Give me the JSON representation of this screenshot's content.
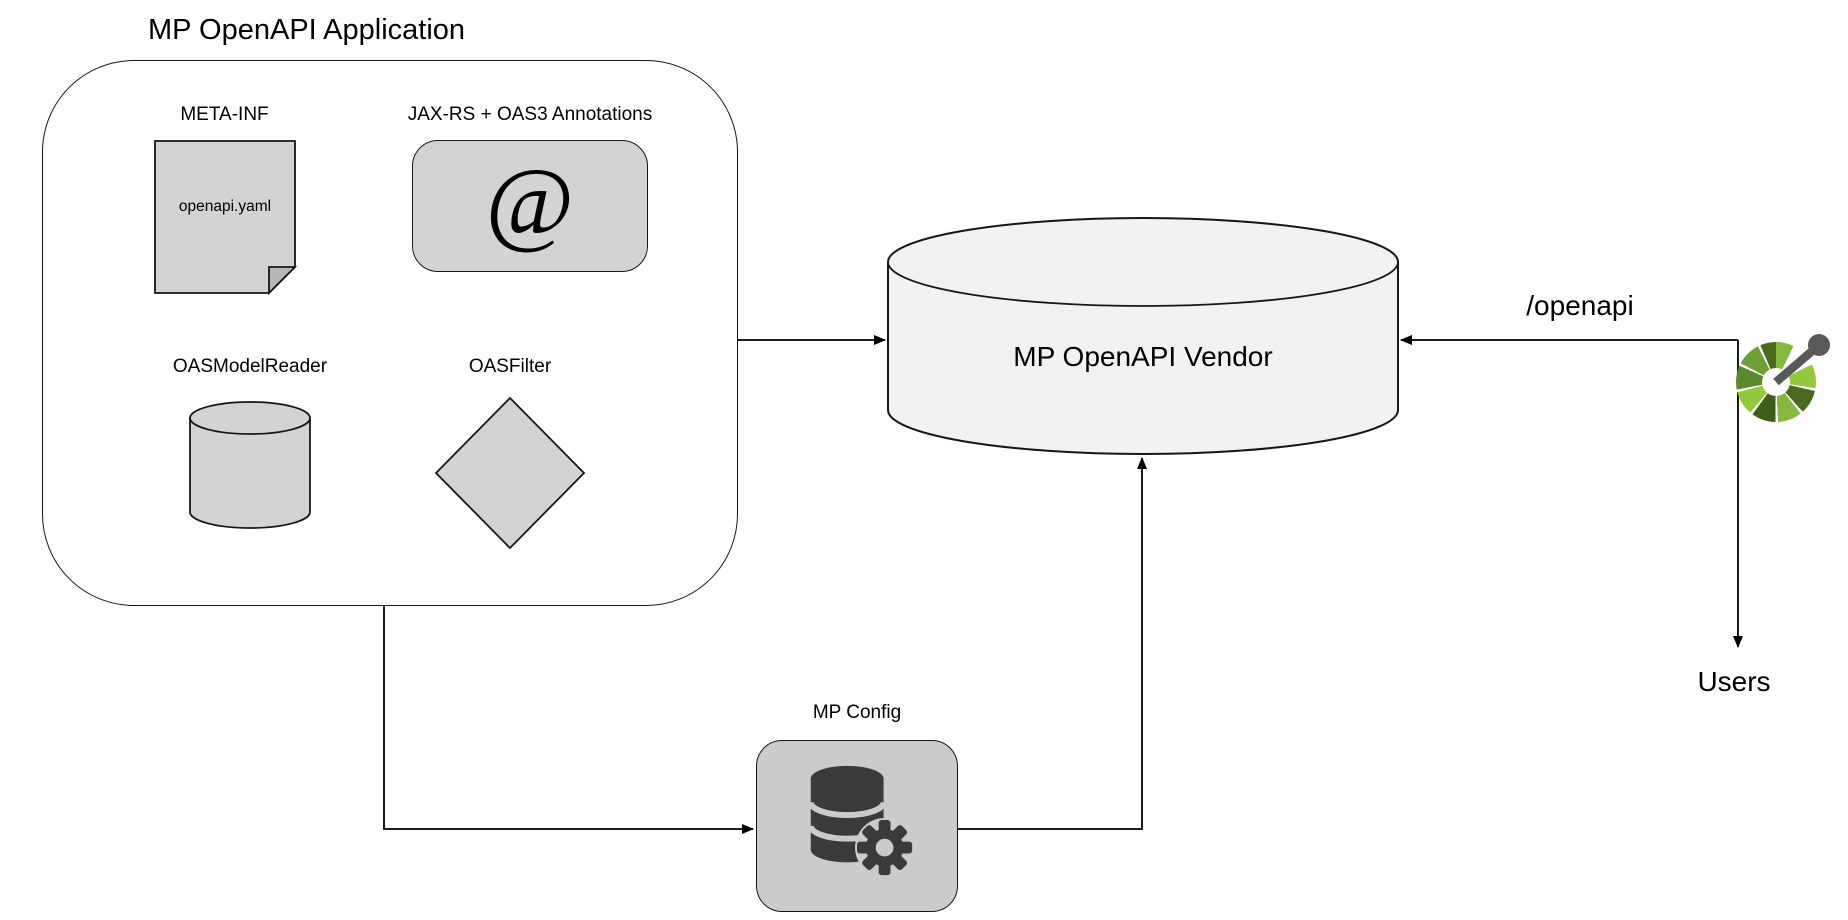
{
  "title": "MP OpenAPI Application",
  "app_box": {
    "meta_inf_label": "META-INF",
    "openapi_yaml": "openapi.yaml",
    "annotations_label": "JAX-RS + OAS3 Annotations",
    "at_symbol": "@",
    "model_reader_label": "OASModelReader",
    "filter_label": "OASFilter"
  },
  "vendor_label": "MP OpenAPI Vendor",
  "mp_config_label": "MP Config",
  "openapi_path_label": "/openapi",
  "users_label": "Users",
  "colors": {
    "stroke": "#161616",
    "shape_fill": "#d3d3d3",
    "shape_fold": "#b7b7b7",
    "vendor_fill": "#f2f2f2",
    "config_fill": "#cbcbcb",
    "icon_dark": "#3a3a3a",
    "logo_gray": "#58595b",
    "logo_green_bright": "#94c83d",
    "logo_green_mid": "#6f9f37",
    "logo_green_dark": "#49691f",
    "logo_green_olive": "#85b83e",
    "logo_green_deep": "#3f5e1c",
    "logo_green_leaf": "#5b8a2d"
  }
}
